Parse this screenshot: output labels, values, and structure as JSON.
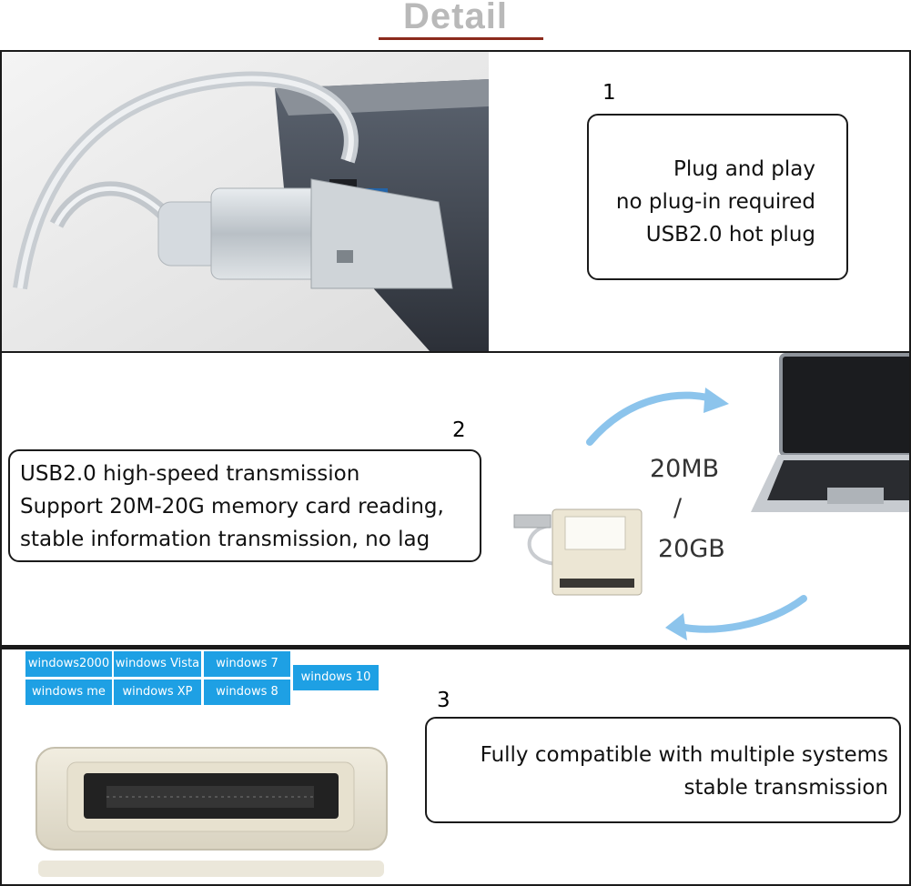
{
  "header": {
    "title": "Detail"
  },
  "section1": {
    "number": "1",
    "lines": [
      "Plug and play",
      "no plug-in required",
      "USB2.0 hot plug"
    ]
  },
  "section2": {
    "number": "2",
    "lines": [
      "USB2.0 high-speed transmission",
      "Support 20M-20G memory card reading,",
      "stable information transmission, no lag"
    ],
    "speed_top": "20MB",
    "speed_sep": "/",
    "speed_bottom": "20GB"
  },
  "section3": {
    "number": "3",
    "os_tags": [
      "windows2000",
      "windows Vista",
      "windows 7",
      "windows 10",
      "windows me",
      "windows XP",
      "windows 8"
    ],
    "lines": [
      "Fully compatible with multiple systems",
      "stable transmission"
    ]
  },
  "colors": {
    "accent": "#1ea0e4",
    "title": "#b9b9b9",
    "underline": "#8b2a1c",
    "arrow": "#8cc4ec"
  }
}
